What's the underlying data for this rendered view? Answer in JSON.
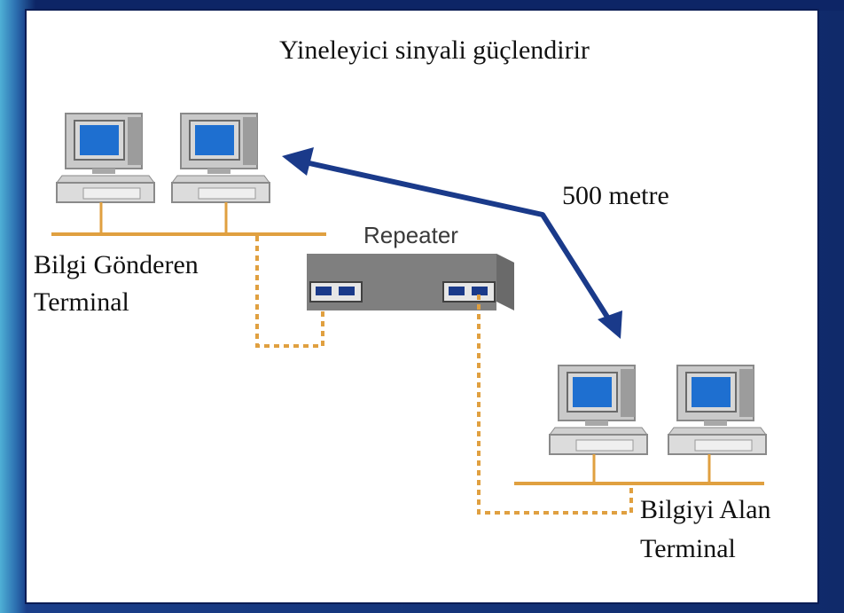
{
  "title": "Yineleyici sinyali güçlendirir",
  "distance_label": "500 metre",
  "repeater_label": "Repeater",
  "sender_label": [
    "Bilgi Gönderen",
    "Terminal"
  ],
  "receiver_label": [
    "Bilgiyi Alan",
    "Terminal"
  ],
  "colors": {
    "cable": "#e0a040",
    "arrow": "#1a3a8a",
    "screen": "#1e6fd0",
    "repeater": "#7f7f7f"
  }
}
